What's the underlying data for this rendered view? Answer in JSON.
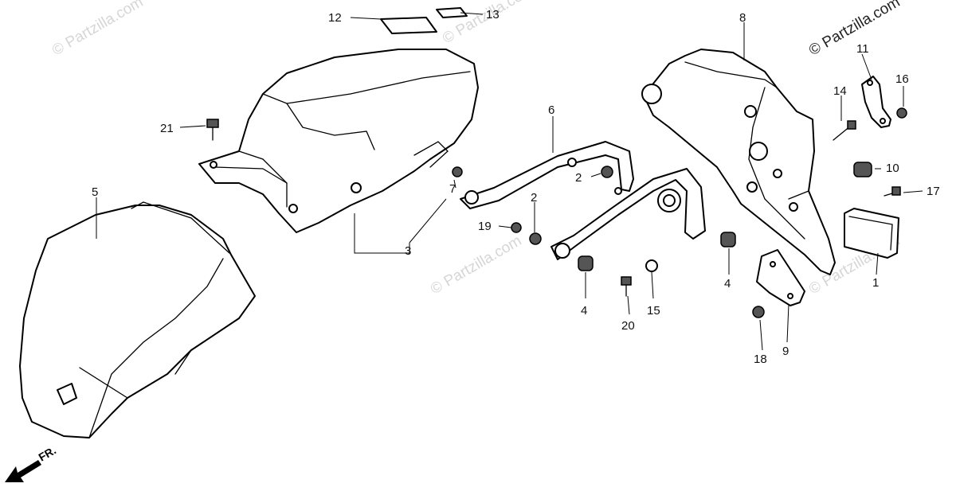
{
  "watermark": "© Partzilla.com",
  "front_indicator": {
    "label": "FR.",
    "icon": "front-arrow-icon"
  },
  "callouts": [
    "1",
    "2",
    "2",
    "3",
    "4",
    "4",
    "5",
    "6",
    "7",
    "8",
    "9",
    "10",
    "11",
    "12",
    "13",
    "14",
    "15",
    "16",
    "17",
    "18",
    "19",
    "20",
    "21"
  ]
}
